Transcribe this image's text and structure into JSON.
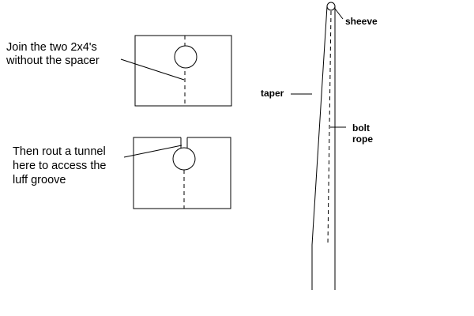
{
  "labels": {
    "join_line1": "Join the two 2x4's",
    "join_line2": "without the spacer",
    "rout_line1": "Then rout a tunnel",
    "rout_line2": "here to access the",
    "rout_line3": "luff groove",
    "sheeve": "sheeve",
    "taper": "taper",
    "bolt_line1": "bolt",
    "bolt_line2": "rope"
  }
}
